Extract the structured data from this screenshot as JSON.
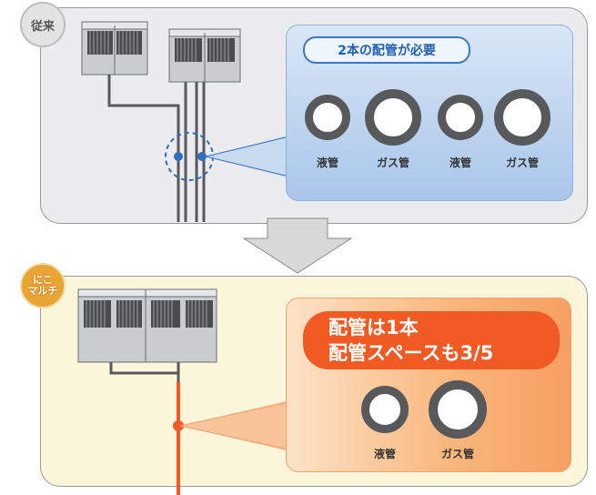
{
  "badges": {
    "before": "従来",
    "after_line1": "にこ",
    "after_line2": "マルチ"
  },
  "before": {
    "callout_title": "2本の配管が必要",
    "pipes": [
      {
        "label": "液管"
      },
      {
        "label": "ガス管"
      },
      {
        "label": "液管"
      },
      {
        "label": "ガス管"
      }
    ]
  },
  "after": {
    "headline_line1": "配管は1本",
    "headline_line2": "配管スペースも3/5",
    "pipes": [
      {
        "label": "液管"
      },
      {
        "label": "ガス管"
      }
    ]
  },
  "colors": {
    "before_accent": "#2f6fc0",
    "after_accent": "#f15a22",
    "pipe_ring": "#58595b"
  }
}
